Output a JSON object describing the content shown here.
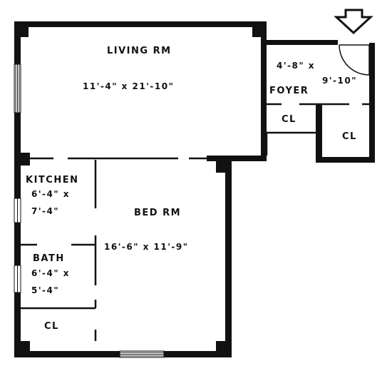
{
  "plan": {
    "rooms": [
      {
        "id": "living",
        "name": "LIVING RM",
        "size": "11'-4\" x 21'-10\""
      },
      {
        "id": "foyer",
        "name": "FOYER",
        "size_line1": "4'-8\" x",
        "size_line2": "9'-10\""
      },
      {
        "id": "foyer_closet",
        "name": "CL"
      },
      {
        "id": "entry_closet",
        "name": "CL"
      },
      {
        "id": "kitchen",
        "name": "KITCHEN",
        "size_line1": "6'-4\" x",
        "size_line2": "7'-4\""
      },
      {
        "id": "bedroom",
        "name": "BED RM",
        "size": "16'-6\" x 11'-9\""
      },
      {
        "id": "bath",
        "name": "BATH",
        "size_line1": "6'-4\" x",
        "size_line2": "5'-4\""
      },
      {
        "id": "bath_closet",
        "name": "CL"
      }
    ],
    "entry_marker": "down-arrow-icon",
    "wall_color": "#111111",
    "background_color": "#ffffff"
  }
}
